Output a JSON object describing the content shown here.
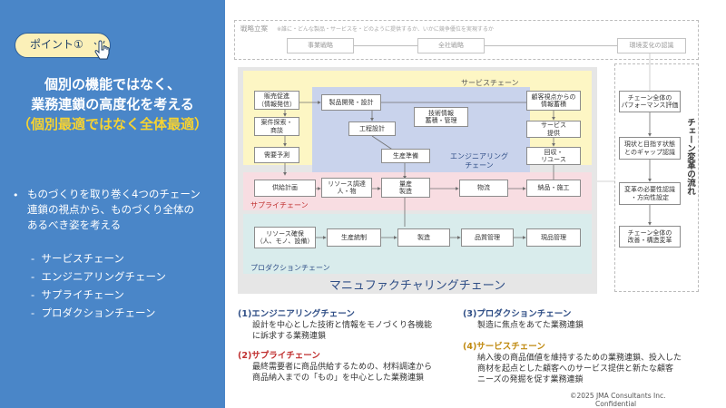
{
  "left": {
    "badge": "ポイント①",
    "title_lines": [
      "個別の機能ではなく、",
      "業務連鎖の高度化を考える"
    ],
    "title_highlight": "（個別最適ではなく全体最適）",
    "bullet_lines": [
      "ものづくりを取り巻く4つのチェーン",
      "連鎖の視点から、ものづくり全体の",
      "あるべき姿を考える"
    ],
    "chains": [
      "サービスチェーン",
      "エンジニアリングチェーン",
      "サプライチェーン",
      "プロダクションチェーン"
    ]
  },
  "diagram": {
    "strategy_label": "戦略立案",
    "strategy_note": "※誰に・どんな製品・サービスを・どのように提供するか、いかに競争優位を実現するか",
    "business_strategy": "事業戦略",
    "corporate_strategy": "全社戦略",
    "env_recognition": "環境変化の認識",
    "service_chain": "サービスチェーン",
    "engineering_chain": "エンジニアリング\nチェーン",
    "supply_chain": "サプライチェーン",
    "production_chain": "プロダクションチェーン",
    "manufacturing_chain": "マニュファクチャリングチェーン",
    "boxes": {
      "sales_promo": "販売促進\n（情報発信）",
      "product_dev": "製品開発・設計",
      "customer_info": "顧客視点からの\n情報蓄積",
      "tech_info": "技術情報\n蓄積・管理",
      "case_explore": "案件探索・\n商談",
      "process_design": "工程設計",
      "service_provide": "サービス\n提供",
      "demand_forecast": "需要予測",
      "production_prep": "生産準備",
      "collection_reuse": "回収・\nリユース",
      "supply_plan": "供給計画",
      "resource_procure": "リソース調達\n人・物",
      "mass_production": "量産\n製造",
      "logistics": "物流",
      "delivery_install": "納品・施工",
      "resource_secure": "リソース確保\n（人、モノ、設備）",
      "production_control": "生産統制",
      "manufacturing": "製造",
      "quality_control": "品質管理",
      "site_control": "現品管理"
    },
    "reform_flow": "チェーン変革の流れ",
    "reform_steps": [
      "チェーン全体の\nパフォーマンス評価",
      "現状と目指す状態\nとのギャップ認識",
      "変革の必要性認識\n・方向性設定",
      "チェーン全体の\n改善・構造変革"
    ]
  },
  "descriptions": {
    "engineering": {
      "title": "(1)エンジニアリングチェーン",
      "lines": [
        "設計を中心とした技術と情報をモノづくり各機能",
        "に訴求する業務連鎖"
      ]
    },
    "supply": {
      "title": "(2)サプライチェーン",
      "lines": [
        "最終需要者に商品供給するための、材料調達から",
        "商品納入までの「もの」を中心とした業務連鎖"
      ]
    },
    "production": {
      "title": "(3)プロダクションチェーン",
      "lines": [
        "製造に焦点をあてた業務連鎖"
      ]
    },
    "service": {
      "title": "(4)サービスチェーン",
      "lines": [
        "納入後の商品価値を維持するための業務連鎖、投入した",
        "商材を起点とした顧客へのサービス提供と新たな顧客",
        "ニーズの発掘を促す業務連鎖"
      ]
    }
  },
  "footer": {
    "copyright": "©2025 JMA Consultants Inc.",
    "confidential": "Confidential"
  },
  "colors": {
    "left_panel": "#4a86c8",
    "badge": "#fbf0b8",
    "service": "#fdf6c4",
    "engineering": "#c9d3ec",
    "supply": "#f8dde2",
    "production": "#d9ecec",
    "accent_red": "#c03030",
    "accent_gold": "#c08a10",
    "accent_blue": "#2f4e86"
  },
  "icons": {
    "badge_icon": "hand-pointer-icon"
  }
}
